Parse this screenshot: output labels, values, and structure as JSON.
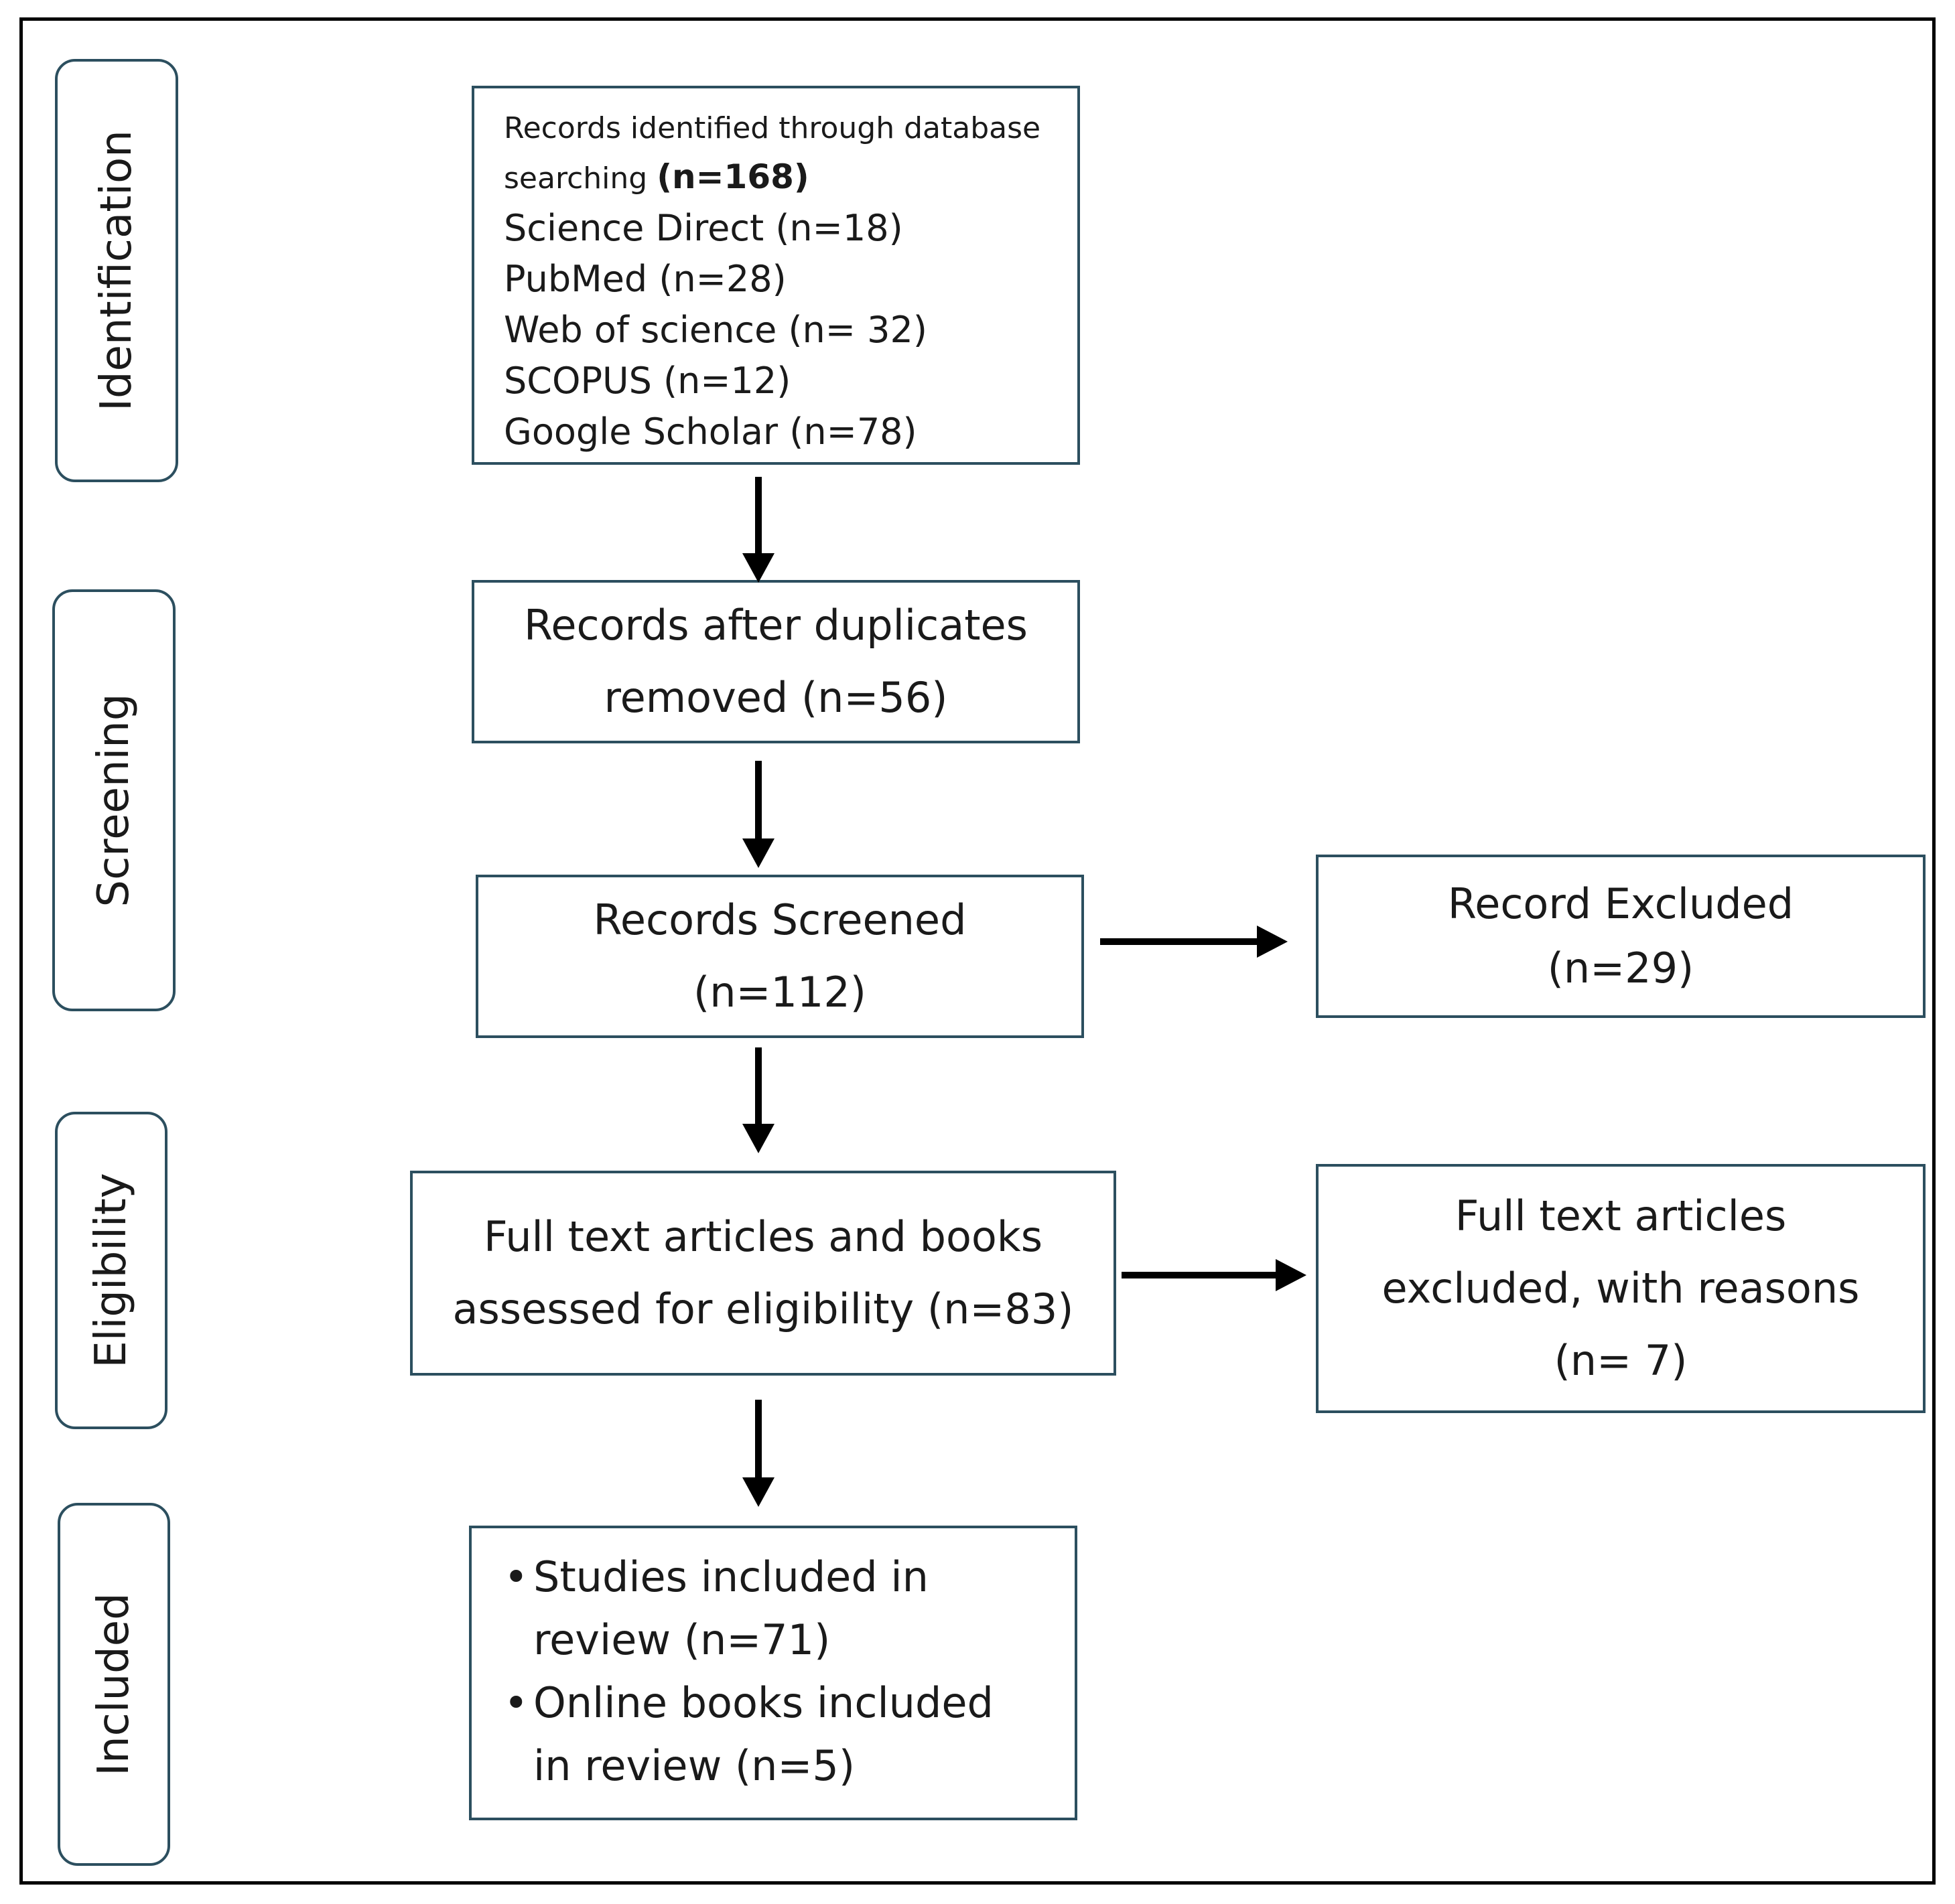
{
  "stages": [
    {
      "id": "identification",
      "label": "Identification"
    },
    {
      "id": "screening",
      "label": "Screening"
    },
    {
      "id": "eligibility",
      "label": "Eligibility"
    },
    {
      "id": "included",
      "label": "Included"
    }
  ],
  "identification_box": {
    "line1": "Records identified through database",
    "line2_prefix": "searching ",
    "line2_bold": "(n=168)",
    "sources": [
      "Science Direct (n=18)",
      "PubMed (n=28)",
      "Web of science (n= 32)",
      "SCOPUS (n=12)",
      "Google Scholar (n=78)"
    ]
  },
  "duplicates_box": {
    "line1": "Records after duplicates",
    "line2": "removed (n=56)"
  },
  "screened_box": {
    "line1": "Records Screened",
    "line2": "(n=112)"
  },
  "excluded_box": {
    "line1": "Record Excluded",
    "line2": "(n=29)"
  },
  "eligibility_box": {
    "line1": "Full text articles and books",
    "line2": "assessed for eligibility (n=83)"
  },
  "fulltext_excluded_box": {
    "line1": "Full text articles",
    "line2": "excluded, with reasons",
    "line3": "(n= 7)"
  },
  "included_box": {
    "items": [
      "Studies included in review (n=71)",
      "Online books included in review (n=5)"
    ]
  }
}
